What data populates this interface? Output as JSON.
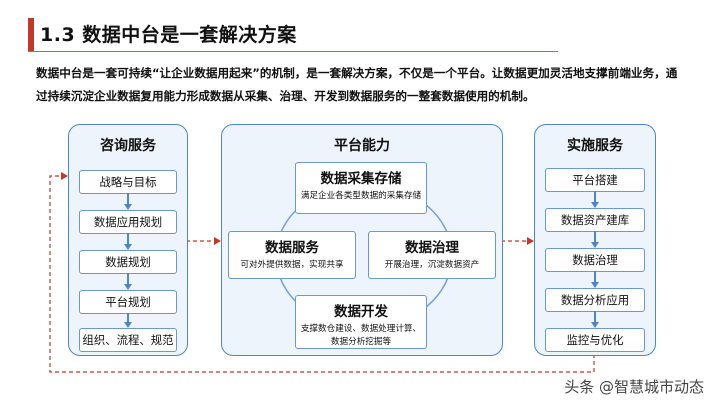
{
  "header": {
    "title": "1.3 数据中台是一套解决方案",
    "intro": "数据中台是一套可持续“让企业数据用起来”的机制，是一套解决方案，不仅是一个平台。让数据更加灵活地支撑前端业务，通过持续沉淀企业数据复用能力形成数据从采集、治理、开发到数据服务的一整套数据使用的机制。"
  },
  "columns": {
    "left": {
      "title": "咨询服务",
      "items": [
        "战略与目标",
        "数据应用规划",
        "数据规划",
        "平台规划",
        "组织、流程、规范"
      ]
    },
    "middle": {
      "title": "平台能力",
      "collect": {
        "title": "数据采集存储",
        "desc": "满足企业各类型数据的采集存储"
      },
      "service": {
        "title": "数据服务",
        "desc": "可对外提供数据，实现共享"
      },
      "govern": {
        "title": "数据治理",
        "desc": "开展治理，沉淀数据资产"
      },
      "develop": {
        "title": "数据开发",
        "desc": "支撑数仓建设、数据处理计算、数据分析挖掘等"
      }
    },
    "right": {
      "title": "实施服务",
      "items": [
        "平台搭建",
        "数据资产建库",
        "数据治理",
        "数据分析应用",
        "监控与优化"
      ]
    }
  },
  "colors": {
    "accent": "#c0392b",
    "frame": "#4f86c6",
    "panel": "#eef4fb",
    "link": "#c0392b"
  },
  "watermark": "头条 @智慧城市动态"
}
